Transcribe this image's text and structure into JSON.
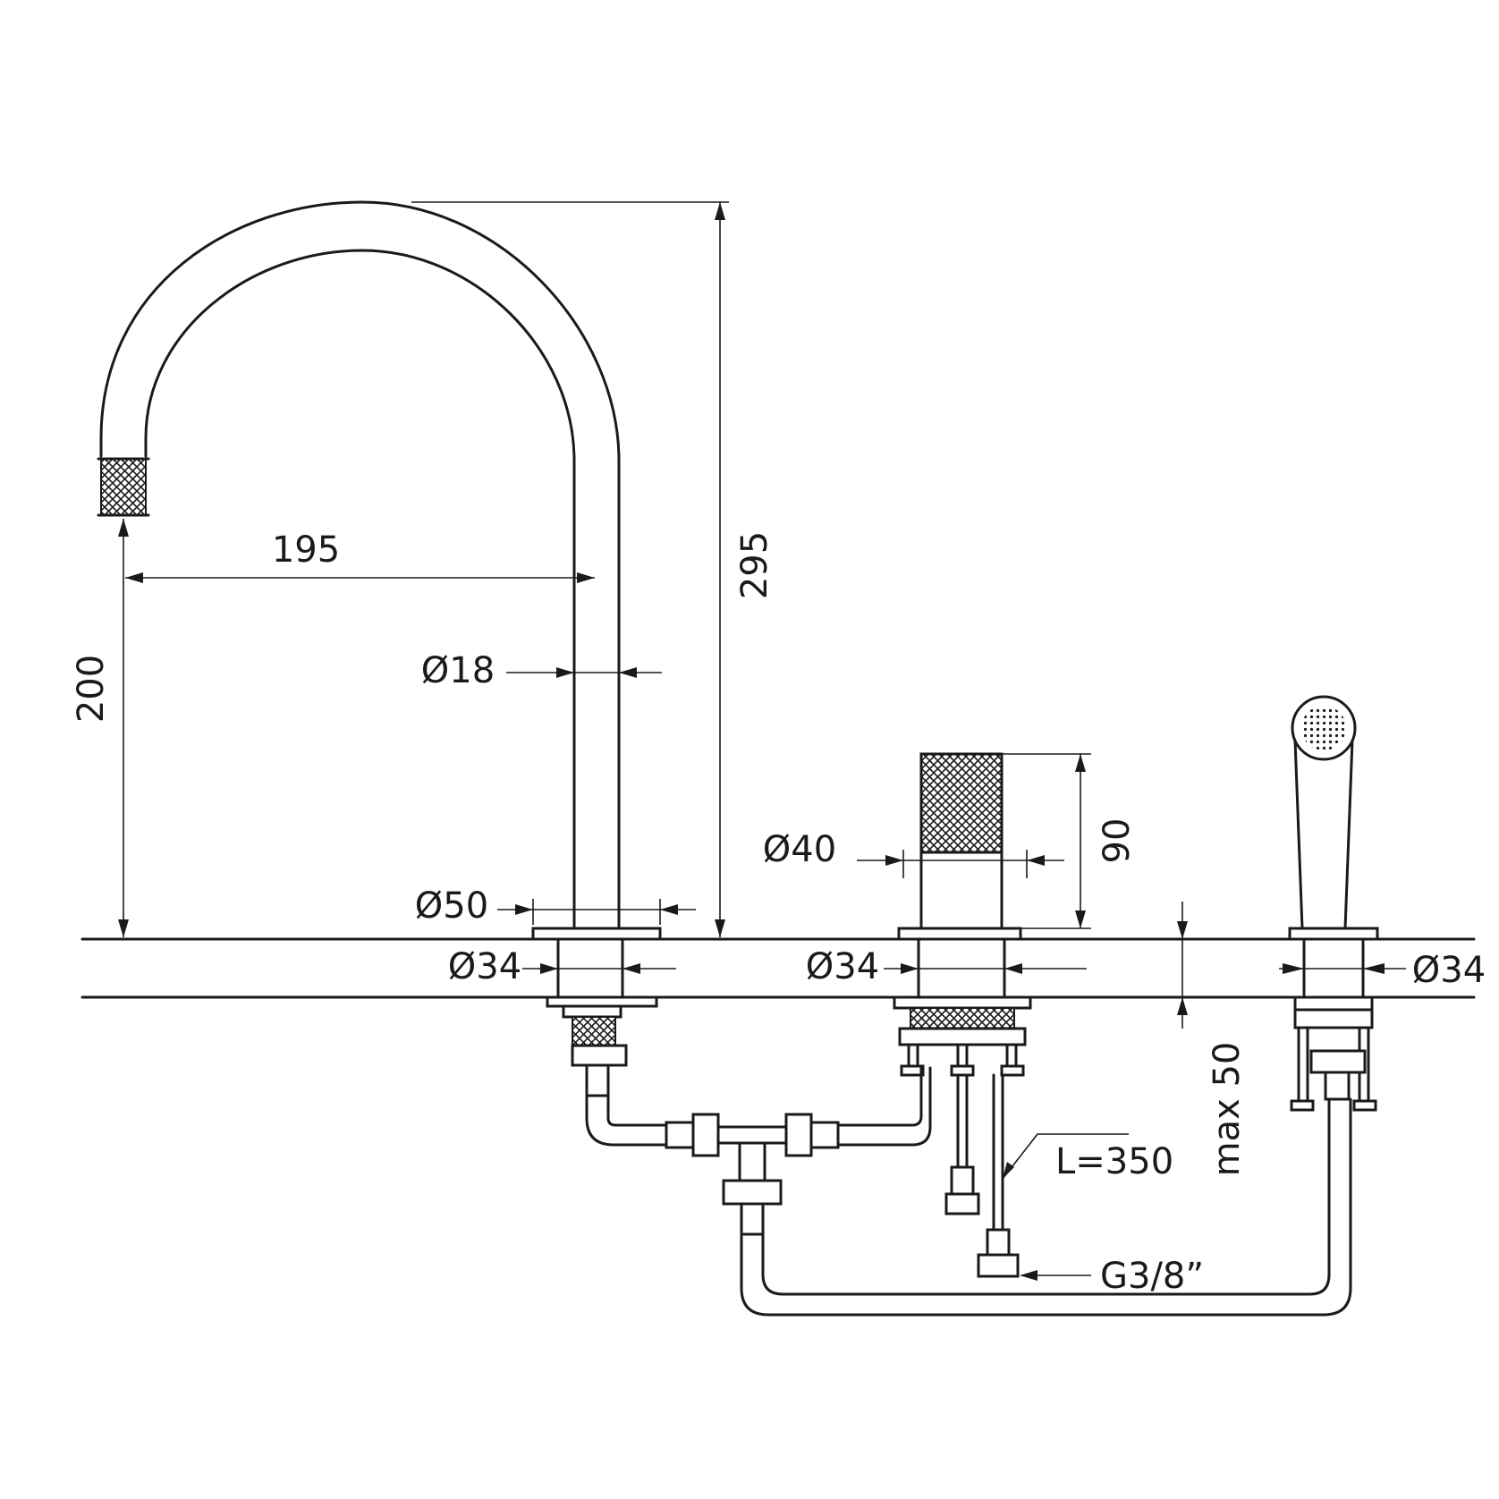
{
  "labels": {
    "spout_reach": "195",
    "spout_height": "200",
    "total_height": "295",
    "spout_tube_diameter": "Ø18",
    "spout_base_diameter": "Ø50",
    "spout_shank_diameter": "Ø34",
    "handle_diameter": "Ø40",
    "handle_height": "90",
    "handle_shank_diameter": "Ø34",
    "shower_shank_diameter": "Ø34",
    "deck_thickness": "max 50",
    "hose_length": "L=350",
    "connection_thread": "G3/8”"
  },
  "colors": {
    "line": "#1a1a1a",
    "background": "#ffffff"
  }
}
